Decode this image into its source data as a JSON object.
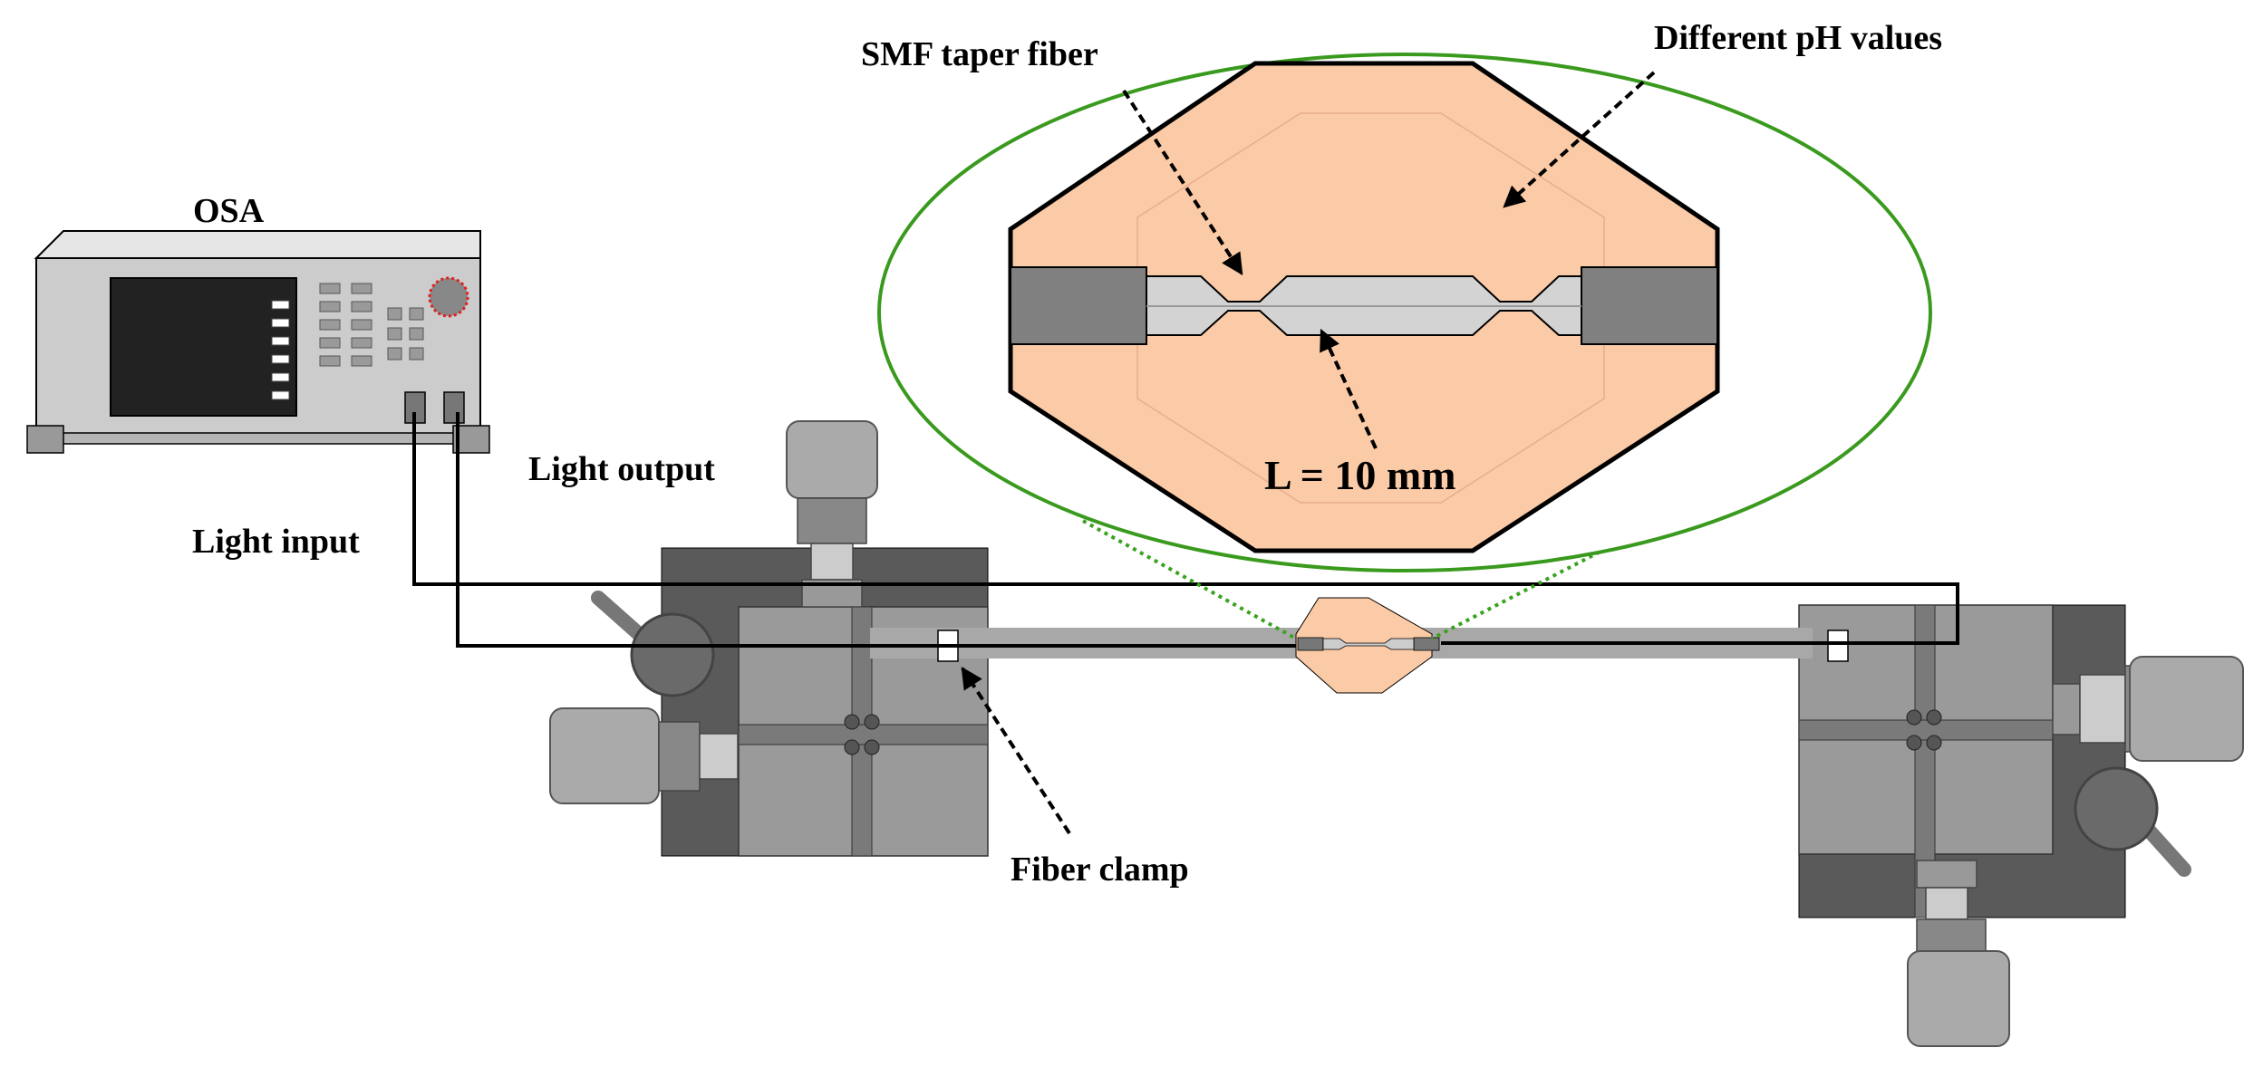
{
  "labels": {
    "osa": "OSA",
    "light_input": "Light input",
    "light_output": "Light output",
    "fiber_clamp": "Fiber clamp",
    "smf_taper_fiber": "SMF taper fiber",
    "different_ph": "Different pH values",
    "length": "L = 10 mm"
  },
  "colors": {
    "liquid": "#fbcaa6",
    "ellipse_outline": "#3a9a1e",
    "zoom_line": "#3aa31e",
    "stage_dark": "#5a5a5a",
    "stage_light": "#9a9a9a",
    "fiber_gray": "#a8a8a8",
    "holder": "#808080",
    "led": "#e02020"
  },
  "icons": [
    "osa-instrument-icon",
    "translation-stage-icon",
    "micrometer-knob-icon",
    "fiber-clamp-icon"
  ]
}
